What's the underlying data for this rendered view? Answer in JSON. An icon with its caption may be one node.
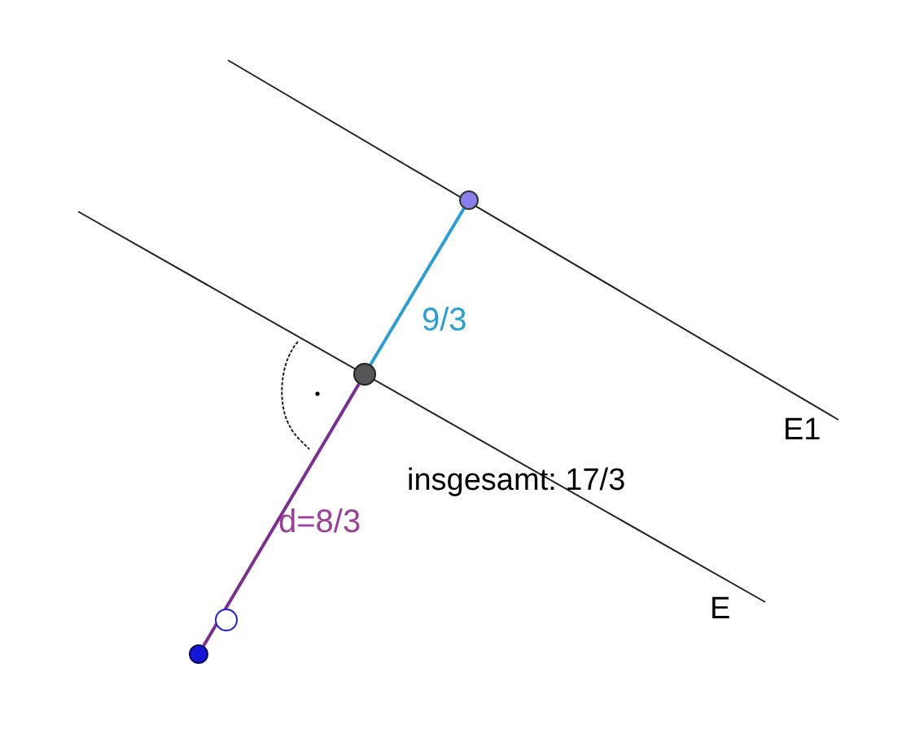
{
  "diagram": {
    "nodes": [
      {
        "text": [],
        "shape": "circle"
      },
      {
        "text": [],
        "shape": "circle"
      },
      {
        "text": [],
        "shape": "circle"
      },
      {
        "text": [],
        "shape": "circle"
      }
    ],
    "edges": [
      {
        "from": 1,
        "to": 0,
        "arrow": "none",
        "label": "9/3",
        "color": "#2a9fd6"
      },
      {
        "from": 2,
        "to": 1,
        "arrow": "none",
        "label": "d=8/3",
        "color": "#7b2f8f"
      }
    ],
    "labels": [
      "E1",
      "insgesamt: 17/3",
      "E"
    ]
  }
}
